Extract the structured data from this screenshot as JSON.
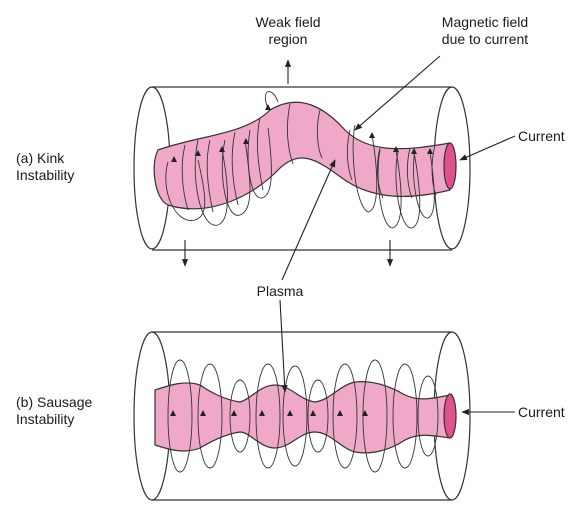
{
  "labels": {
    "weak_field_l1": "Weak field",
    "weak_field_l2": "region",
    "magnetic_l1": "Magnetic field",
    "magnetic_l2": "due to current",
    "kink_l1": "(a) Kink",
    "kink_l2": "Instability",
    "current_top": "Current",
    "plasma": "Plasma",
    "sausage_l1": "(b) Sausage",
    "sausage_l2": "Instability",
    "current_bottom": "Current"
  },
  "colors": {
    "plasma_fill": "#f0a8c8",
    "plasma_end": "#e0508e",
    "outline": "#333333",
    "line": "#222222"
  }
}
